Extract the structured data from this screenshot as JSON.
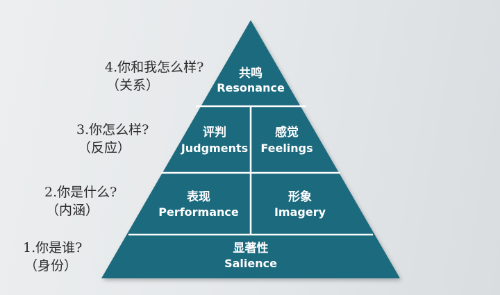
{
  "colors": {
    "pyramid_fill": "#1c6a7e",
    "pyramid_divider": "#ffffff",
    "question_text": "#2b2b2b",
    "level_text": "#ffffff"
  },
  "questions": [
    {
      "question": "4.你和我怎么样?",
      "note": "（关系）"
    },
    {
      "question": "3.你怎么样?",
      "note": "（反应）"
    },
    {
      "question": "2.你是什么?",
      "note": "（内涵）"
    },
    {
      "question": "1.你是谁?",
      "note": "（身份）"
    }
  ],
  "pyramid": {
    "top": {
      "cn": "共鸣",
      "en": "Resonance"
    },
    "row2": {
      "left": {
        "cn": "评判",
        "en": "Judgments"
      },
      "right": {
        "cn": "感觉",
        "en": "Feelings"
      }
    },
    "row3": {
      "left": {
        "cn": "表现",
        "en": "Performance"
      },
      "right": {
        "cn": "形象",
        "en": "Imagery"
      }
    },
    "base": {
      "cn": "显著性",
      "en": "Salience"
    }
  }
}
